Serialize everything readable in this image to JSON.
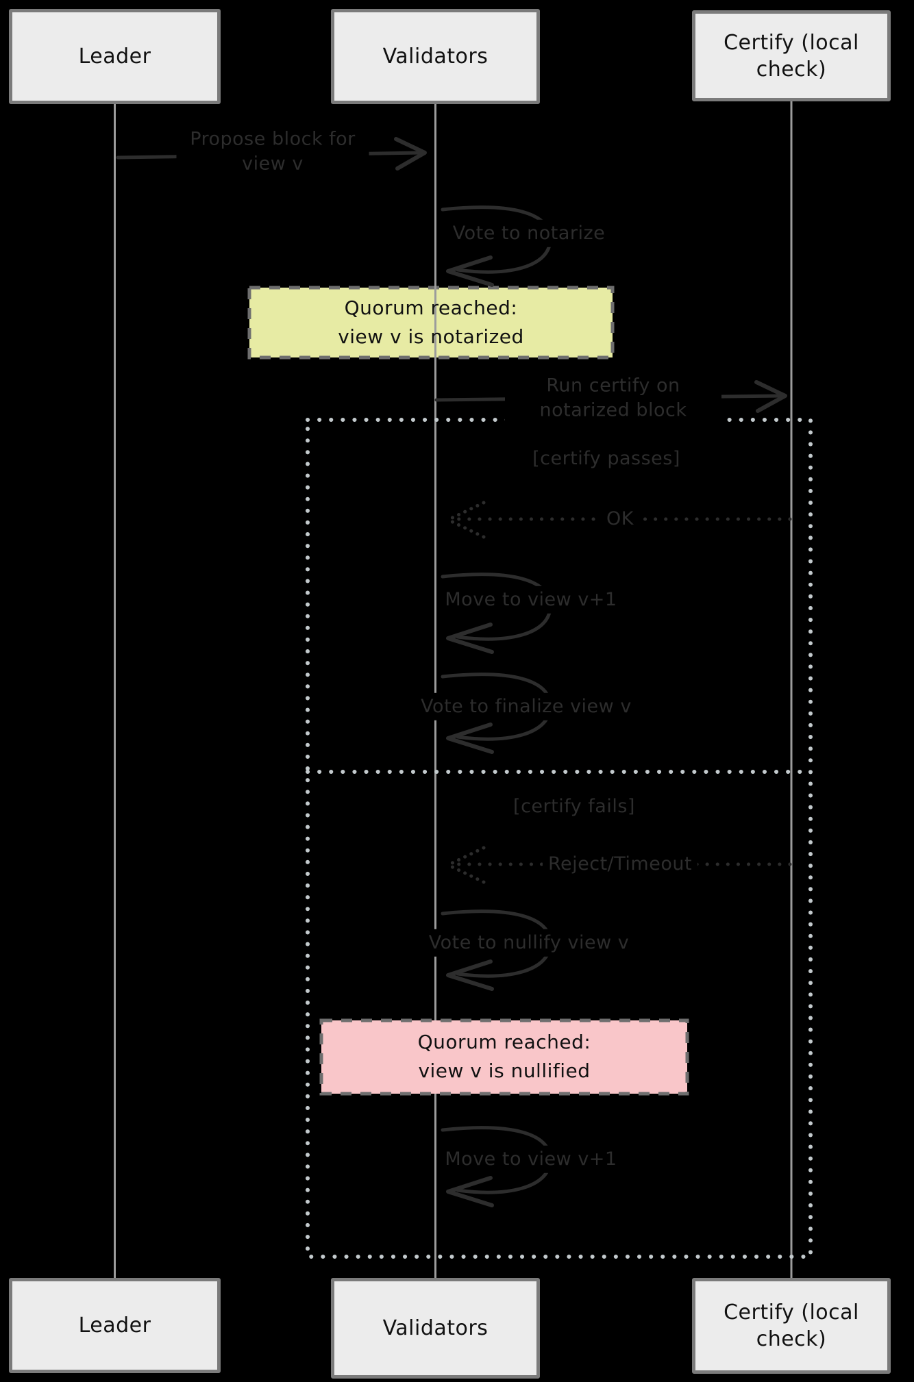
{
  "actors": {
    "leader": "Leader",
    "validators": "Validators",
    "certify": "Certify (local check)"
  },
  "messages": {
    "propose": "Propose block for view v",
    "vote_notarize": "Vote to notarize",
    "run_certify": "Run certify on notarized block",
    "ok": "OK",
    "move_view_next_1": "Move to view v+1",
    "vote_finalize": "Vote to finalize view v",
    "reject_timeout": "Reject/Timeout",
    "vote_nullify": "Vote to nullify view v",
    "move_view_next_2": "Move to view v+1"
  },
  "guards": {
    "passes": "[certify passes]",
    "fails": "[certify fails]"
  },
  "notes": {
    "notarized": {
      "line1": "Quorum reached:",
      "line2": "view v is notarized",
      "fill": "#e7eba4"
    },
    "nullified": {
      "line1": "Quorum reached:",
      "line2": "view v is nullified",
      "fill": "#f9c6c9"
    }
  },
  "colors": {
    "background": "#000000",
    "ink": "#2d2d2d",
    "lifeline": "#9c9c9c",
    "frame_dotted": "#c3cacd",
    "actor_fill": "#ececec",
    "actor_border": "#7b7b7b",
    "note_border": "#6e6e6e"
  }
}
